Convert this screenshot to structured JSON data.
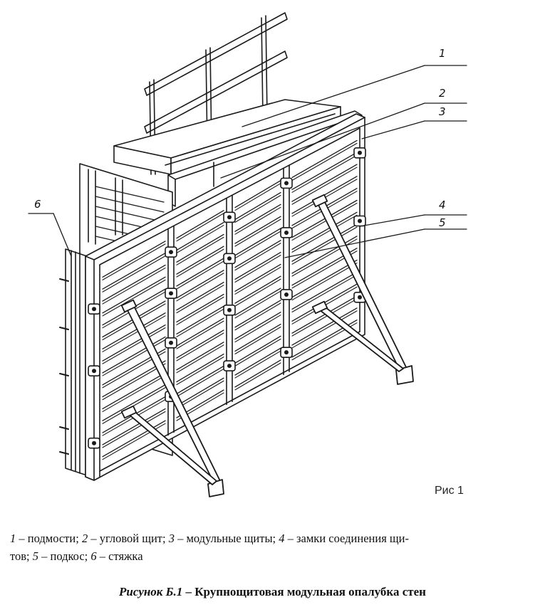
{
  "figure": {
    "corner_label": "Рис 1",
    "callouts": [
      "1",
      "2",
      "3",
      "4",
      "5",
      "6"
    ]
  },
  "legend": {
    "items": [
      {
        "num": "1",
        "text": "подмости"
      },
      {
        "num": "2",
        "text": "угловой щит"
      },
      {
        "num": "3",
        "text": "модульные щиты"
      },
      {
        "num": "4",
        "text": "замки соединения щитов"
      },
      {
        "num": "5",
        "text": "подкос"
      },
      {
        "num": "6",
        "text": "стяжка"
      }
    ],
    "line1": [
      {
        "num": "1",
        "text": " – подмости; "
      },
      {
        "num": "2",
        "text": " – угловой щит; "
      },
      {
        "num": "3",
        "text": " – модульные щиты; "
      },
      {
        "num": "4",
        "text": " – замки соединения щи-"
      }
    ],
    "line2": [
      {
        "pre": "тов; ",
        "num": "5",
        "text": " – подкос; "
      },
      {
        "pre": "",
        "num": "6",
        "text": " – стяжка"
      }
    ]
  },
  "caption": {
    "label": "Рисунок Б.1",
    "separator": " – ",
    "title": "Крупнощитовая модульная опалубка стен"
  }
}
